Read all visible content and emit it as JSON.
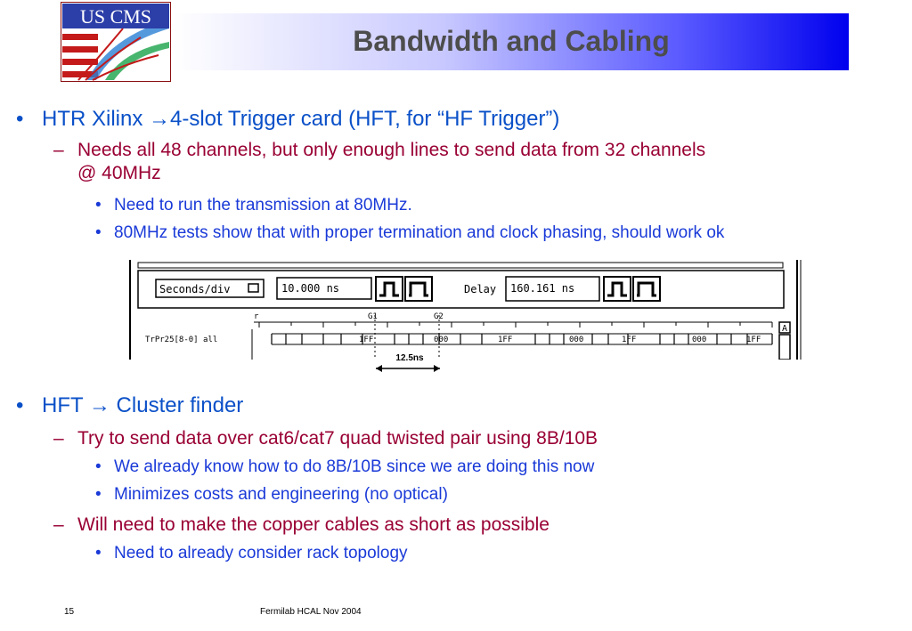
{
  "title": "Bandwidth and Cabling",
  "logo": {
    "text": "US CMS"
  },
  "slide": {
    "b1": "HTR Xilinx →4-slot Trigger card (HFT, for “HF Trigger”)",
    "b1_s1_a": "Needs all 48 channels, but only enough lines to send data from 32 channels",
    "b1_s1_b": "@ 40MHz",
    "b1_s1_i1": "Need to run the transmission at 80MHz.",
    "b1_s1_i2": "80MHz tests show that with proper termination and clock phasing, should work ok",
    "b2": "HFT → Cluster finder",
    "b2_s1": "Try to send data over cat6/cat7 quad twisted pair using 8B/10B",
    "b2_s1_i1": "We already know how to do 8B/10B since we are doing this now",
    "b2_s1_i2": "Minimizes costs and engineering (no optical)",
    "b2_s2": "Will need to make the copper cables as short as possible",
    "b2_s2_i1": "Need to already consider rack topology"
  },
  "scope": {
    "seconds_div": "Seconds/div",
    "time_value": "10.000 ns",
    "delay_label": "Delay",
    "delay_value": "160.161 ns",
    "marker_r": "r",
    "marker_g1": "G1",
    "marker_g2": "G2",
    "signal_name": "TrPr25[8-0] all",
    "values": [
      "1FF",
      "000",
      "1FF",
      "000",
      "1FF",
      "000",
      "1FF"
    ],
    "side_label": "A",
    "interval": "12.5ns"
  },
  "footer": {
    "page": "15",
    "center": "Fermilab HCAL Nov 2004"
  },
  "colors": {
    "level1": "#0a50c8",
    "level2": "#990033",
    "level3": "#1a3ad8"
  }
}
